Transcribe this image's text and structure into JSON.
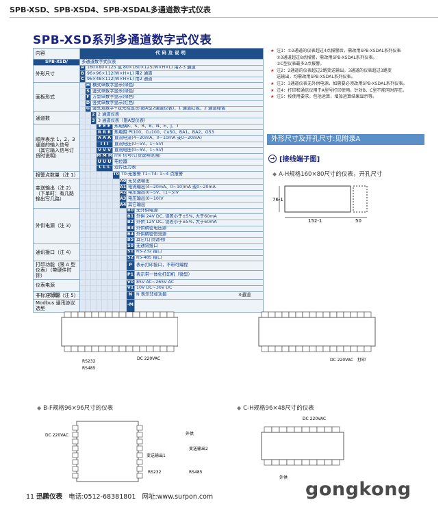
{
  "header": {
    "text": "SPB-XSD、SPB-XSD4、SPB-XSDAL多通道数字式仪表"
  },
  "title": "SPB-XSD系列多通道数字式仪表",
  "spec": {
    "head_left": "内容",
    "head_code": "代码及说明",
    "model": "SPB-XSD/",
    "model_desc": "多通道数字式仪表",
    "rows": [
      {
        "cat": "外形尺寸",
        "codes": [
          "A",
          "B",
          "C"
        ],
        "descs": [
          "160×80×125 或 80×160×125(W×H×L) 用2-3 通道",
          "96×96×112(W×H×L) 用2 通道",
          "96×48×112(W×H×L) 用2 通道"
        ]
      },
      {
        "cat": "面板形式",
        "codes": [
          "H",
          "S",
          "F",
          "D",
          "G"
        ],
        "descs": [
          "横式单数字显示(绿色)",
          "竖式单数字显示(绿色)",
          "方型单数字显示(绿色)",
          "竖式单数字显示(红色)",
          "竖式双数字+双光柱显示(限A型2通道仪表)，1 通道红色，2 通道绿色"
        ]
      },
      {
        "cat": "通道数",
        "codes": [
          "2",
          "3"
        ],
        "descs": [
          "2 通道仪表",
          "3 通道仪表（限A型仪表）"
        ]
      },
      {
        "cat": "顺序表示 1，2，3 通道的输入信号（其它输入信号订货时说明）",
        "codes": [
          "E E E",
          "R R R",
          "A A A",
          "I I I",
          "V V V",
          "M M M",
          "U U U",
          "L L L"
        ],
        "descs": [
          "热电偶K、S、R、B、N、E、J、T",
          "热电阻 Pt100、Cu100、Cu50、BA1、BA2、G53",
          "直流电流(4~20mA、0~10mA 或0~20mA)",
          "直流电压(0~5V、1~5V)",
          "直流电压(0~5V、1~5V)",
          "mV 信号(订货说明范围)",
          "电位器",
          "远传压力表"
        ]
      },
      {
        "cat": "报警点数量（注 1）",
        "codes": [
          "T0"
        ],
        "descs": [
          "T0:无报警    T1~T4: 1~4 点报警"
        ]
      },
      {
        "cat": "变送输出（注 2）（下单时：有几路输出写几路）",
        "codes": [
          "A0",
          "A1",
          "A2",
          "A3",
          "A4"
        ],
        "descs": [
          "无变送输出",
          "电流输出(4~20mA、0~10)mA 或0~20mA",
          "电压输出(0~5V、(1~5)V",
          "电压输出(0~10)V",
          "其它输出"
        ]
      },
      {
        "cat": "外供电源（注 3）",
        "codes": [
          "B0",
          "B1",
          "B2",
          "B3",
          "B4",
          "B5"
        ],
        "descs": [
          "无外供电源",
          "外供 24V DC, 误差小于±5%, 大于60mA",
          "外供 12V DC, 误差小于±5%, 大于60mA",
          "外供精密电压源",
          "外供精密恒流源",
          "其它(订货说明)"
        ]
      },
      {
        "cat": "通讯接口（注 4）",
        "codes": [
          "S0",
          "S1",
          "S2"
        ],
        "descs": [
          "无通讯接口",
          "RS-232 接口",
          "RS-485 接口"
        ]
      },
      {
        "cat": "打印功能（限 A 型仪表）（带硬件时钟）",
        "codes": [
          "P",
          "P1"
        ],
        "descs": [
          "表示打印接口，不带可编程",
          "表示带一体化打印机（微型）"
        ]
      },
      {
        "cat": "仪表电源",
        "codes": [
          "V0",
          "V1"
        ],
        "descs": [
          "85V AC~265V AC",
          "10V DC~36V DC"
        ]
      },
      {
        "cat": "非标准功能（注 5）",
        "codes": [
          "N"
        ],
        "descs": [
          "N 表示非标功能"
        ]
      },
      {
        "cat": "Modbus 通讯协议选型",
        "codes": [
          "-M"
        ],
        "descs": [
          ""
        ]
      }
    ]
  },
  "notes": [
    {
      "mark": "注1：",
      "text": "①2通道的仪表超过4点报警后，需改用SPB-XSDAL系列仪表"
    },
    {
      "mark": "",
      "text": "②3通道超过8点报警，需改用SPB-XSDAL系列仪表。"
    },
    {
      "mark": "",
      "text": "③C型仪表最多2点报警。"
    },
    {
      "mark": "注2：",
      "text": "2通道的仪表超过2路变送输出，3通道的仪表超过3路变"
    },
    {
      "mark": "",
      "text": "送输出，均需改用SPB-XSDAL系列仪表。"
    },
    {
      "mark": "注3：",
      "text": "3通道仪表无外供电源，如需要必须改用SPB-XSDAL系列仪表。"
    },
    {
      "mark": "注4：",
      "text": "打印和通信仪用于A型号打印使用，针对B、C型不能同时存在。"
    },
    {
      "mark": "注5：",
      "text": "按使用要求，包括运算，增加运算结果显示等。"
    }
  ],
  "section": {
    "bar": "外形尺寸及开孔尺寸:见附录A",
    "wiring_title": "[接线端子图]",
    "dim_note": "A-H规格160×80尺寸的仪表，开孔尺寸",
    "dim_76": "76-1",
    "dim_152": "152-1",
    "dim_50": "50"
  },
  "diagrams": {
    "two_channel": "2通道",
    "three_channel": "3通道",
    "bf_caption": "B-F规格96×96尺寸的仪表",
    "ch_caption": "C-H规格96×48尺寸的仪表",
    "dc_220": "DC\n220VAC",
    "rs232": "RS232",
    "rs485": "RS485",
    "waigong": "外供",
    "biansong1": "变送输出1",
    "biansong2": "变送输出2",
    "print": "打印"
  },
  "footer": {
    "page": "11",
    "company": "迅鹏仪表",
    "phone_label": "电话:",
    "phone": "0512-68381801",
    "web_label": "网址:",
    "web": "www.surpon.com"
  },
  "watermark": "gongkong",
  "colors": {
    "title": "#1a237e",
    "code_bg": "#1f4f8b",
    "cell_bg": "#eef3f8",
    "bar_bg": "#5b8fc7"
  }
}
